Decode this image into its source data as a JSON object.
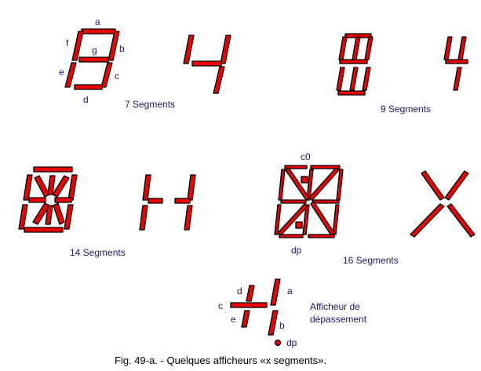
{
  "figure": {
    "caption": "Fig. 49-a. - Quelques afficheurs «x segments».",
    "segment_color": "#ee0000",
    "outline_color": "#000000",
    "label_color": "#1a1a66"
  },
  "displays": {
    "seven": {
      "title": "7 Segments",
      "labels": {
        "a": "a",
        "b": "b",
        "c": "c",
        "d": "d",
        "e": "e",
        "f": "f",
        "g": "g"
      }
    },
    "nine": {
      "title": "9 Segments"
    },
    "fourteen": {
      "title": "14 Segments"
    },
    "sixteen": {
      "title": "16 Segments",
      "labels": {
        "c0": "c0",
        "dp": "dp"
      }
    },
    "overflow": {
      "title_line1": "Afficheur de",
      "title_line2": "dépassement",
      "labels": {
        "a": "a",
        "b": "b",
        "c": "c",
        "d": "d",
        "e": "e",
        "dp": "dp"
      }
    }
  }
}
